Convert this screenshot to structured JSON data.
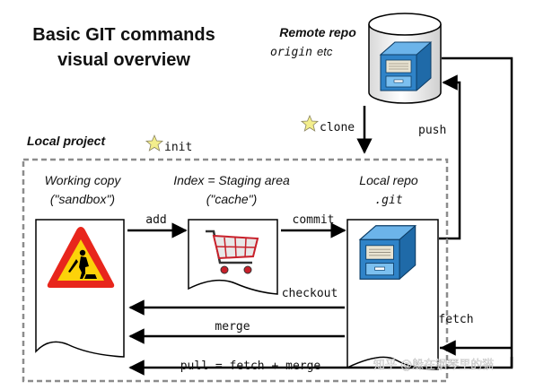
{
  "title": {
    "line1": "Basic GIT commands",
    "line2": "visual overview"
  },
  "remote": {
    "label": "Remote repo",
    "sub_mono": "origin",
    "sub_etc": "etc"
  },
  "local_project": {
    "label": "Local project"
  },
  "working": {
    "line1": "Working copy",
    "line2": "(\"sandbox\")"
  },
  "index": {
    "line1": "Index = Staging area",
    "line2": "(\"cache\")"
  },
  "localrepo": {
    "line1": "Local repo",
    "line2": ".git"
  },
  "commands": {
    "clone": "clone",
    "init": "init",
    "push": "push",
    "add": "add",
    "commit": "commit",
    "checkout": "checkout",
    "merge": "merge",
    "fetch": "fetch",
    "pull": "pull = fetch + merge"
  },
  "watermark": "知乎 @躲在钢琴里的猫",
  "colors": {
    "star_fill": "#f3ee8c",
    "sign_red": "#e8261c",
    "sign_yellow": "#fcd209",
    "cabinet_blue": "#2f83c8",
    "cabinet_light": "#7cc0f0",
    "cart_red": "#c8202a"
  },
  "icons": [
    "star-icon",
    "roadwork-sign-icon",
    "shopping-cart-icon",
    "file-cabinet-icon",
    "database-cylinder-icon"
  ]
}
